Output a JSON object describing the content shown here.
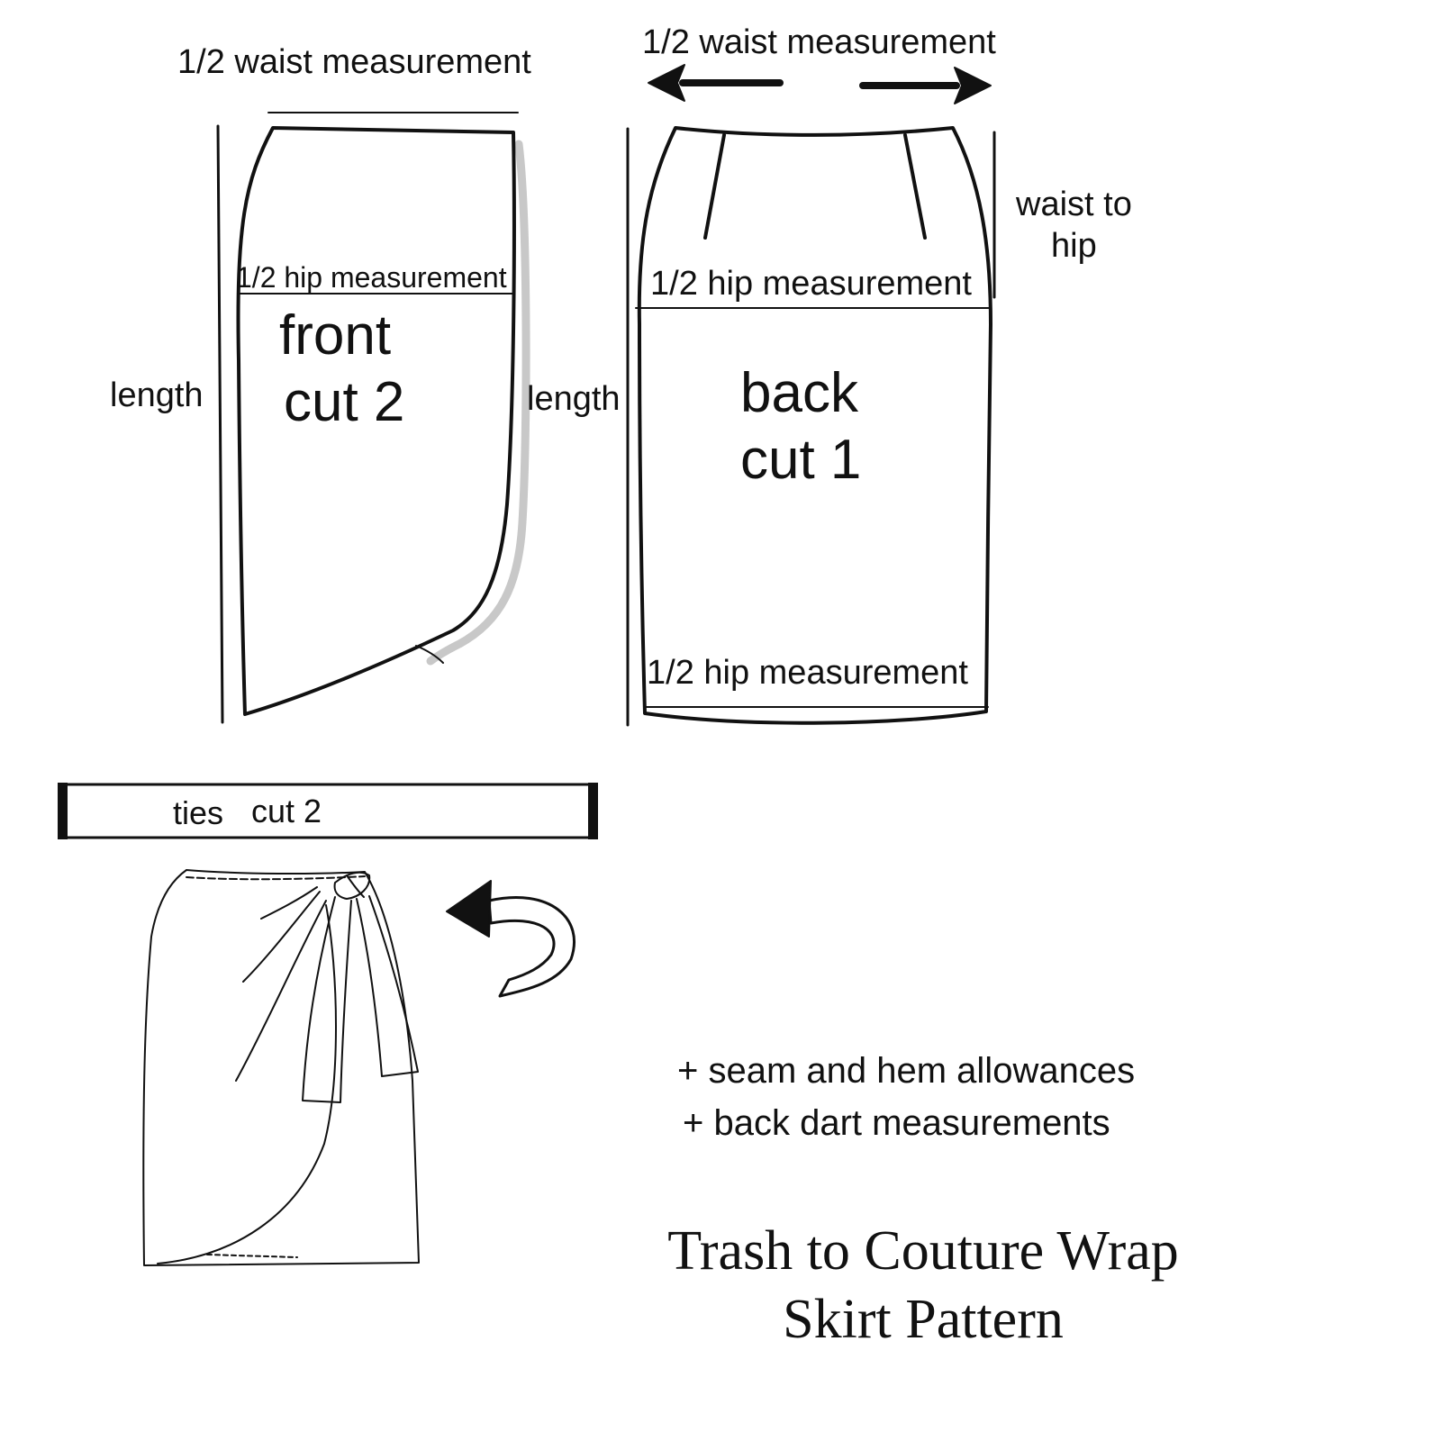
{
  "front_piece": {
    "waist_label": "1/2 waist measurement",
    "hip_label": "1/2 hip measurement",
    "length_label": "length",
    "name_line1": "front",
    "name_line2": "cut 2"
  },
  "back_piece": {
    "waist_label": "1/2 waist measurement",
    "waist_to_hip_line1": "waist to",
    "waist_to_hip_line2": "hip",
    "hip_label": "1/2 hip measurement",
    "hem_label": "1/2 hip measurement",
    "length_label": "length",
    "name_line1": "back",
    "name_line2": "cut 1"
  },
  "ties": {
    "label": "ties",
    "cut_label": "cut 2"
  },
  "notes": [
    "+ seam and hem allowances",
    "+ back dart measurements"
  ],
  "title": {
    "line1": "Trash to Couture Wrap",
    "line2": "Skirt Pattern"
  },
  "colors": {
    "ink": "#111111",
    "shadow": "#c8c8c8"
  },
  "icons": [
    "arrow-left-icon",
    "arrow-right-icon",
    "curved-arrow-icon"
  ]
}
